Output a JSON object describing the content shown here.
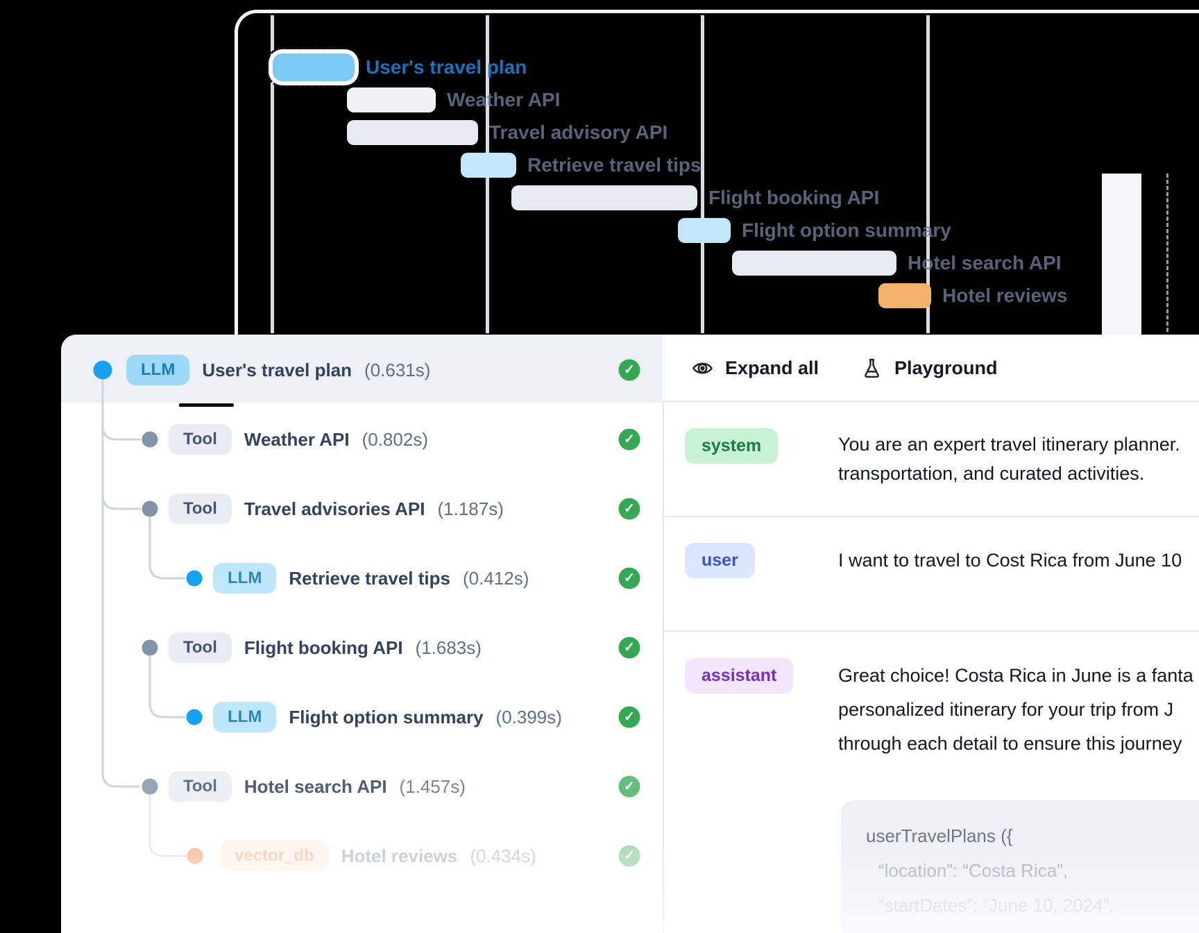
{
  "waterfall": {
    "bars": [
      {
        "label": "User's travel plan",
        "kind": "llm-selected"
      },
      {
        "label": "Weather API",
        "kind": "tool"
      },
      {
        "label": "Travel advisory API",
        "kind": "tool"
      },
      {
        "label": "Retrieve travel tips",
        "kind": "llm"
      },
      {
        "label": "Flight booking API",
        "kind": "tool"
      },
      {
        "label": "Flight option summary",
        "kind": "llm"
      },
      {
        "label": "Hotel search API",
        "kind": "tool"
      },
      {
        "label": "Hotel reviews",
        "kind": "vector_db"
      }
    ]
  },
  "trace_tree": {
    "rows": [
      {
        "badge": "LLM",
        "title": "User's travel plan",
        "duration": "(0.631s)",
        "status": "success"
      },
      {
        "badge": "Tool",
        "title": "Weather API",
        "duration": "(0.802s)",
        "status": "success"
      },
      {
        "badge": "Tool",
        "title": "Travel advisories API",
        "duration": "(1.187s)",
        "status": "success"
      },
      {
        "badge": "LLM",
        "title": "Retrieve travel tips",
        "duration": "(0.412s)",
        "status": "success"
      },
      {
        "badge": "Tool",
        "title": "Flight booking API",
        "duration": "(1.683s)",
        "status": "success"
      },
      {
        "badge": "LLM",
        "title": "Flight option summary",
        "duration": "(0.399s)",
        "status": "success"
      },
      {
        "badge": "Tool",
        "title": "Hotel search API",
        "duration": "(1.457s)",
        "status": "success"
      },
      {
        "badge": "vector_db",
        "title": "Hotel reviews",
        "duration": "(0.434s)",
        "status": "success"
      }
    ]
  },
  "inspector": {
    "expand_all_label": "Expand all",
    "playground_label": "Playground",
    "messages": [
      {
        "role": "system",
        "lines": [
          "You are an expert travel itinerary planner.",
          "transportation, and curated activities."
        ]
      },
      {
        "role": "user",
        "lines": [
          "I want to travel to Cost Rica from June 10"
        ]
      },
      {
        "role": "assistant",
        "lines": [
          "Great choice! Costa Rica in June is a fanta",
          "personalized itinerary for your trip from J",
          "through each detail to ensure this journey"
        ]
      }
    ],
    "code_block": {
      "lines": [
        "userTravelPlans ({",
        "“location”: “Costa Rica”,",
        "“startDates”: “June 10, 2024”,"
      ]
    }
  },
  "colors": {
    "accent_blue": "#189ff2",
    "success_green": "#34a853",
    "orange": "#f5b26b",
    "selected_row": "#edf1f6"
  }
}
